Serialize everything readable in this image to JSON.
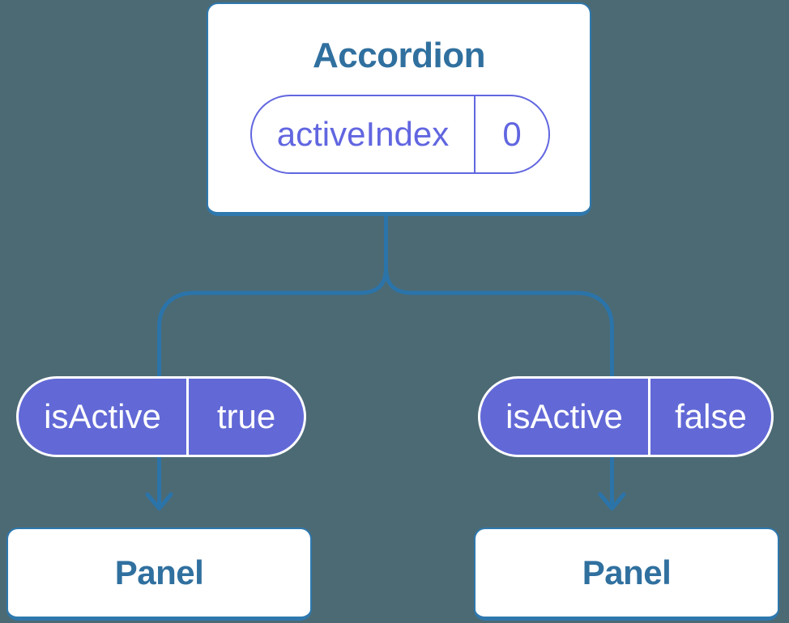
{
  "diagram": {
    "root": {
      "title": "Accordion",
      "state": {
        "name": "activeIndex",
        "value": "0"
      }
    },
    "children": [
      {
        "prop_name": "isActive",
        "prop_value": "true",
        "panel_label": "Panel"
      },
      {
        "prop_name": "isActive",
        "prop_value": "false",
        "panel_label": "Panel"
      }
    ]
  },
  "colors": {
    "bg": "#4c6a74",
    "box-border": "#2e78ae",
    "line": "#2b74aa",
    "text-blue": "#30709f",
    "pill-fill": "#6269d6",
    "pill-outline": "#6166e0",
    "pill-text": "#ffffff"
  }
}
